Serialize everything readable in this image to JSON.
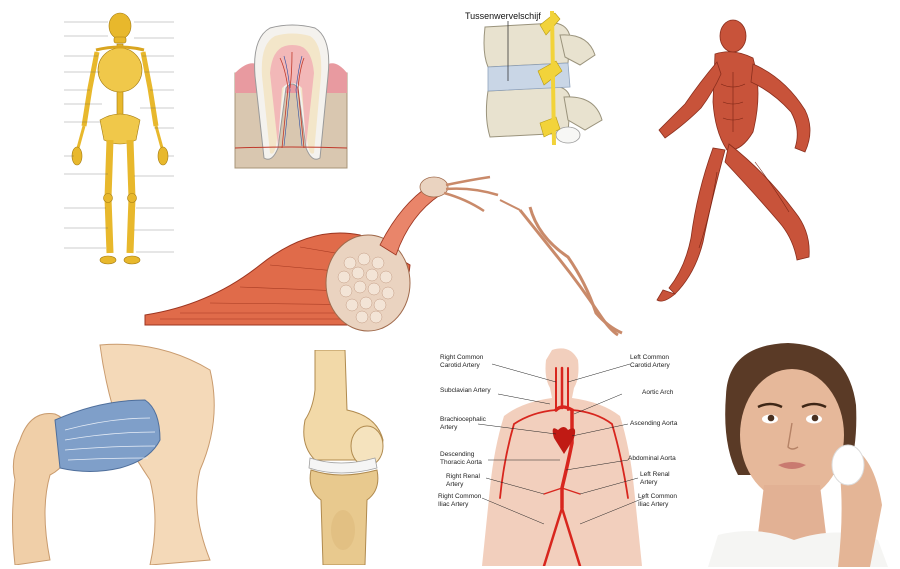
{
  "spine": {
    "label": "Tussenwervelschijf"
  },
  "arteries": {
    "right_common_carotid": [
      "Right Common",
      "Carotid Artery"
    ],
    "left_common_carotid": [
      "Left Common",
      "Carotid Artery"
    ],
    "subclavian": [
      "Subclavian Artery"
    ],
    "aortic_arch": [
      "Aortic Arch"
    ],
    "brachiocephalic": [
      "Brachiocephalic",
      "Artery"
    ],
    "ascending_aorta": [
      "Ascending Aorta"
    ],
    "descending_thoracic": [
      "Descending",
      "Thoracic Aorta"
    ],
    "abdominal_aorta": [
      "Abdominal Aorta"
    ],
    "right_renal": [
      "Right Renal",
      "Artery"
    ],
    "left_renal": [
      "Left Renal",
      "Artery"
    ],
    "right_common_iliac": [
      "Right Common",
      "Iliac Artery"
    ],
    "left_common_iliac": [
      "Left Common",
      "Iliac Artery"
    ]
  },
  "skeleton": {
    "left_labels": [
      "",
      "",
      "",
      "",
      "",
      "",
      "",
      "",
      "",
      "",
      "",
      "",
      "",
      ""
    ],
    "right_labels": [
      "",
      "",
      "",
      "",
      "",
      "",
      "",
      "",
      "",
      "",
      "",
      "",
      "",
      ""
    ]
  },
  "colors": {
    "bone": "#e8b82c",
    "muscle": "#c8533a",
    "artery": "#d8261e",
    "ligament": "#7f9fc9",
    "tooth_gum": "#e89aa0"
  }
}
